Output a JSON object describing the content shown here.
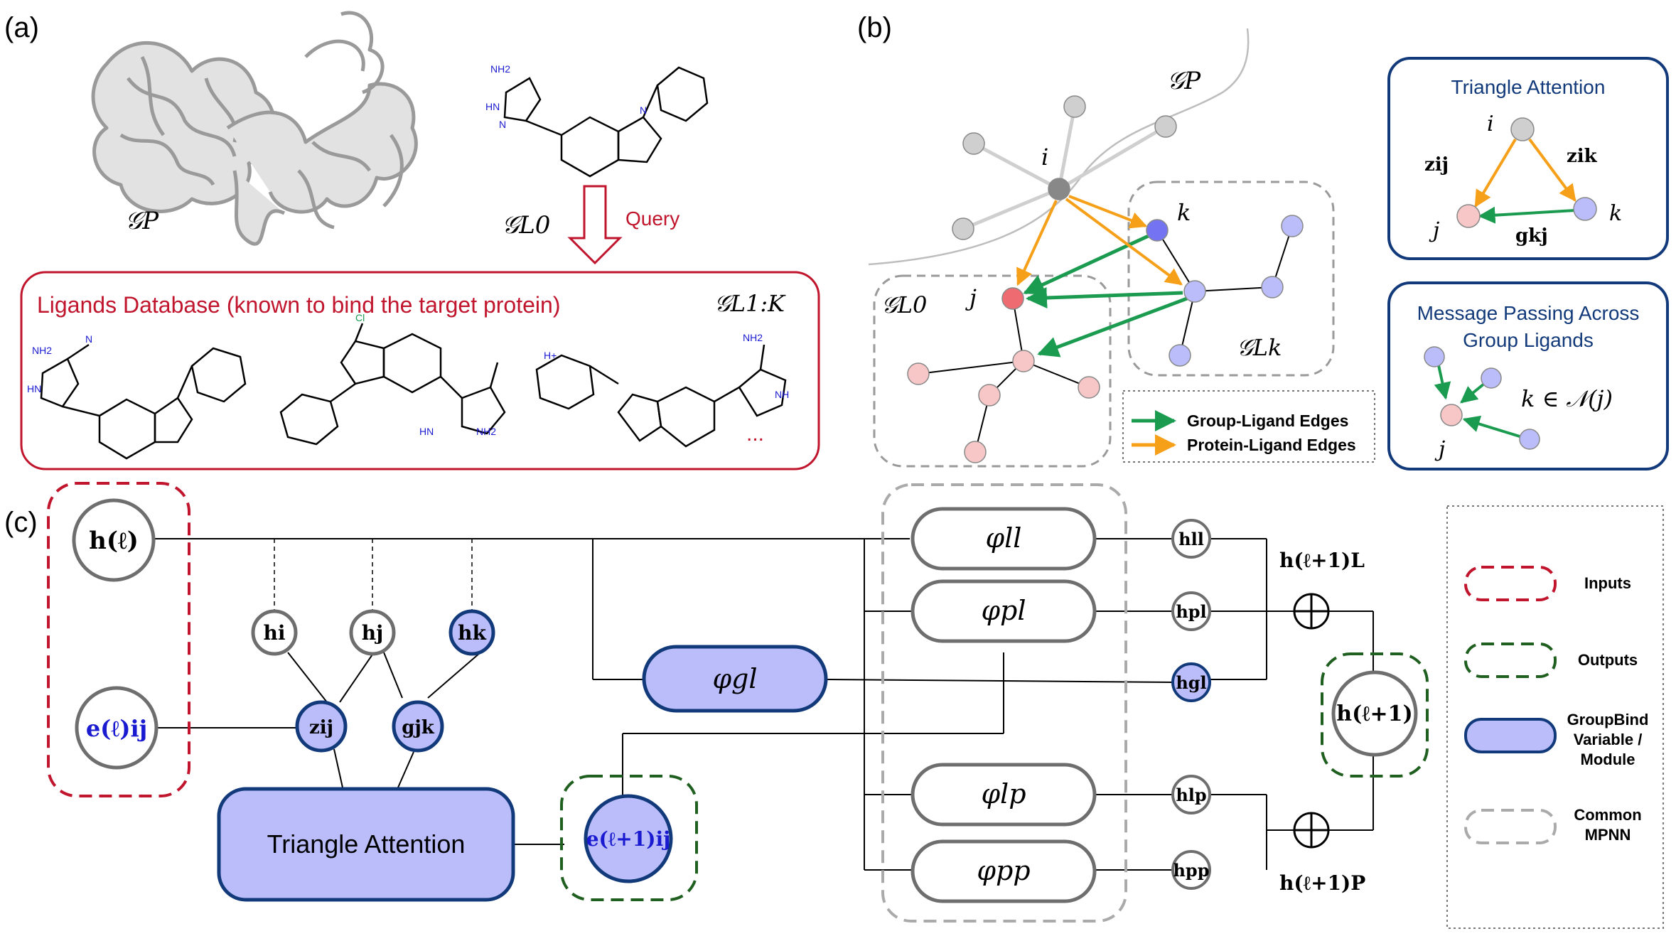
{
  "panel_labels": {
    "a": "(a)",
    "b": "(b)",
    "c": "(c)"
  },
  "panel_a": {
    "protein_label": "𝒢P",
    "ligand0_label": "𝒢L0",
    "query_label": "Query",
    "database_title": "Ligands Database (known to bind the target protein)",
    "database_graph_label": "𝒢L1:K",
    "ellipsis": "...",
    "atom_labels": {
      "nh2": "NH2",
      "n": "N",
      "hn": "HN",
      "nh": "NH",
      "cl": "Cl",
      "hplus": "H+"
    }
  },
  "panel_b": {
    "graph_p_label": "𝒢P",
    "graph_l0_label": "𝒢L0",
    "graph_lk_label": "𝒢Lk",
    "node_i": "i",
    "node_j": "j",
    "node_k": "k",
    "legend_group": "Group-Ligand Edges",
    "legend_protein": "Protein-Ligand Edges",
    "triangle_attention_title": "Triangle Attention",
    "tri_node_i": "i",
    "tri_node_j": "j",
    "tri_node_k": "k",
    "tri_z_ij": "zij",
    "tri_z_ik": "zik",
    "tri_g_kj": "gkj",
    "mp_title_line1": "Message Passing Across",
    "mp_title_line2": "Group Ligands",
    "mp_node_j": "j",
    "mp_formula": "k ∈ 𝒩(j)"
  },
  "panel_c": {
    "h_l": "h(ℓ)",
    "e_ij_l": "e(ℓ)ij",
    "h_i": "hi",
    "h_j": "hj",
    "h_k": "hk",
    "z_ij": "zij",
    "g_jk": "gjk",
    "triangle_attention": "Triangle Attention",
    "e_ij_next": "e(ℓ+1)ij",
    "phi_gl": "φgl",
    "phi_ll": "φll",
    "phi_pl": "φpl",
    "phi_lp": "φlp",
    "phi_pp": "φpp",
    "h_ll": "hll",
    "h_pl": "hpl",
    "h_gl": "hgl",
    "h_lp": "hlp",
    "h_pp": "hpp",
    "h_L_next": "h(ℓ+1)L",
    "h_P_next": "h(ℓ+1)P",
    "h_next": "h(ℓ+1)",
    "legend_inputs": "Inputs",
    "legend_outputs": "Outputs",
    "legend_groupbind_1": "GroupBind",
    "legend_groupbind_2": "Variable /",
    "legend_groupbind_3": "Module",
    "legend_common_1": "Common",
    "legend_common_2": "MPNN"
  },
  "colors": {
    "red": "#c0152c",
    "green": "#1f5f1f",
    "navy": "#123a7a",
    "lavender": "#babdfa",
    "pink": "#f7c6c7",
    "grey": "#7a7a7a",
    "edge_green": "#1b9b4f",
    "edge_orange": "#f6a01a",
    "blue_text": "#1a1ad0"
  }
}
